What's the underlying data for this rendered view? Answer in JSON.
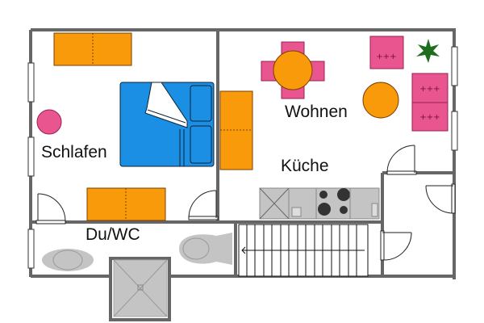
{
  "plan": {
    "rooms": [
      {
        "id": "schlafen",
        "label": "Schlafen"
      },
      {
        "id": "wohnen",
        "label": "Wohnen"
      },
      {
        "id": "kueche",
        "label": "Küche"
      },
      {
        "id": "duwc",
        "label": "Du/WC"
      }
    ],
    "colors": {
      "wall": "#666666",
      "furniture_orange": "#f99a0a",
      "bed_blue": "#1a8fe3",
      "seat_pink": "#e8558f",
      "plant_green": "#1e6e1e",
      "fixture_gray": "#c4c4c4"
    }
  }
}
